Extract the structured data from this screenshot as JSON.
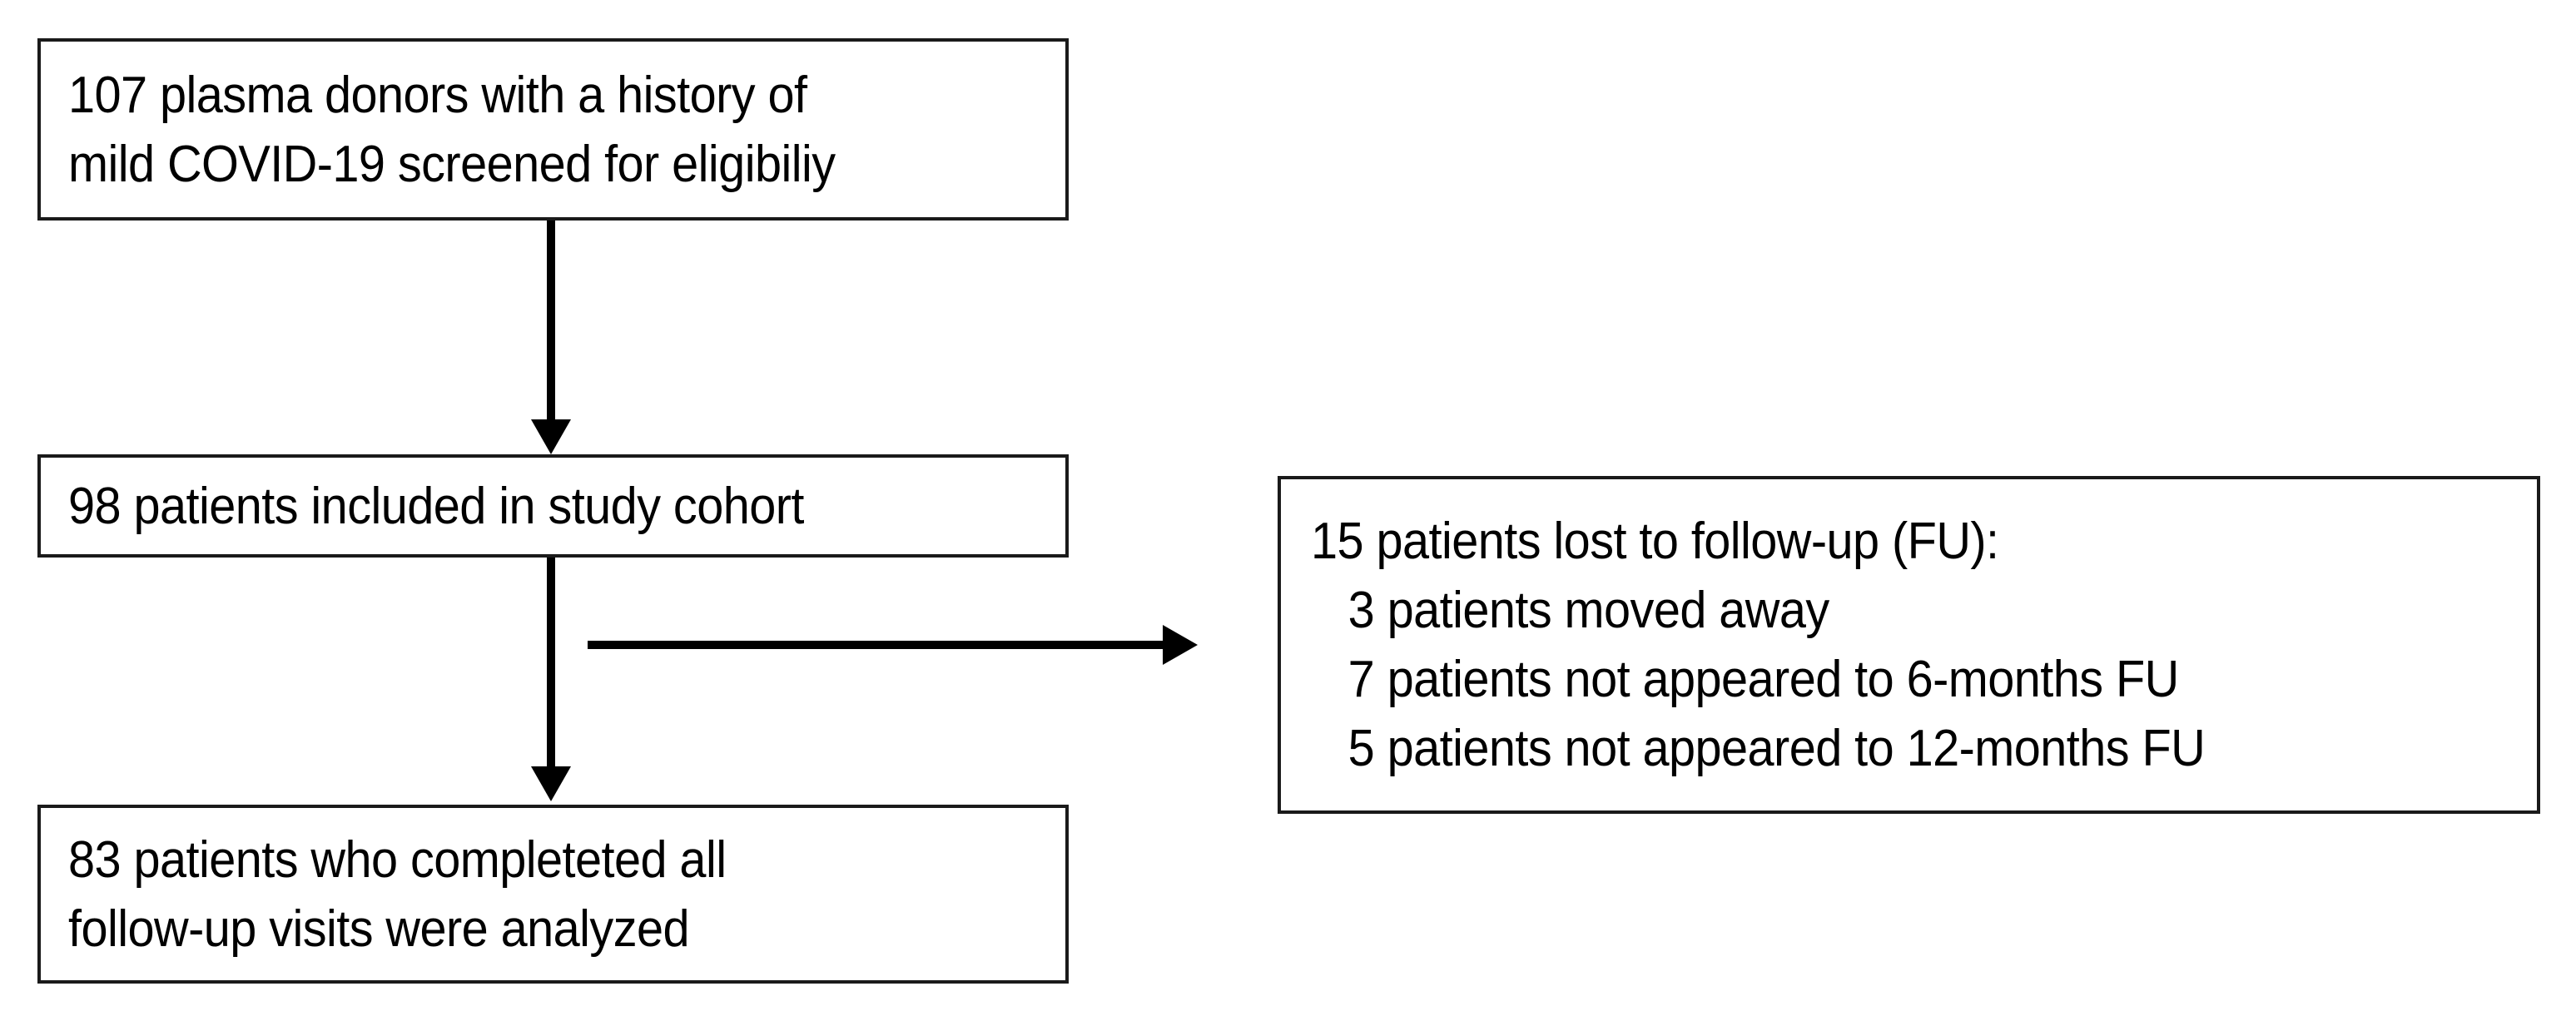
{
  "diagram": {
    "type": "study-flow-diagram",
    "background_color": "#ffffff",
    "line_color": "#000000",
    "nodes": {
      "screened": {
        "lines": [
          "107 plasma donors with a history of",
          "mild COVID-19 screened for eligibiliy"
        ],
        "count": 107
      },
      "cohort": {
        "lines": [
          "98 patients included in study cohort"
        ],
        "count": 98
      },
      "analyzed": {
        "lines": [
          "83 patients who completeted all",
          "follow-up visits were analyzed"
        ],
        "count": 83
      },
      "lost_to_fu": {
        "lines": [
          "15 patients lost to follow-up (FU):",
          "3 patients moved away",
          "7 patients not appeared to 6-months FU",
          "5 patients not appeared to 12-months FU"
        ],
        "count": 15,
        "reasons": [
          {
            "count": 3,
            "label": "patients moved away"
          },
          {
            "count": 7,
            "label": "patients not appeared to 6-months FU"
          },
          {
            "count": 5,
            "label": "patients not appeared to 12-months FU"
          }
        ]
      }
    },
    "edges": [
      {
        "from": "screened",
        "to": "cohort",
        "direction": "down"
      },
      {
        "from": "cohort",
        "to": "analyzed",
        "direction": "down"
      },
      {
        "from": "cohort",
        "to": "lost_to_fu",
        "direction": "right"
      }
    ]
  }
}
